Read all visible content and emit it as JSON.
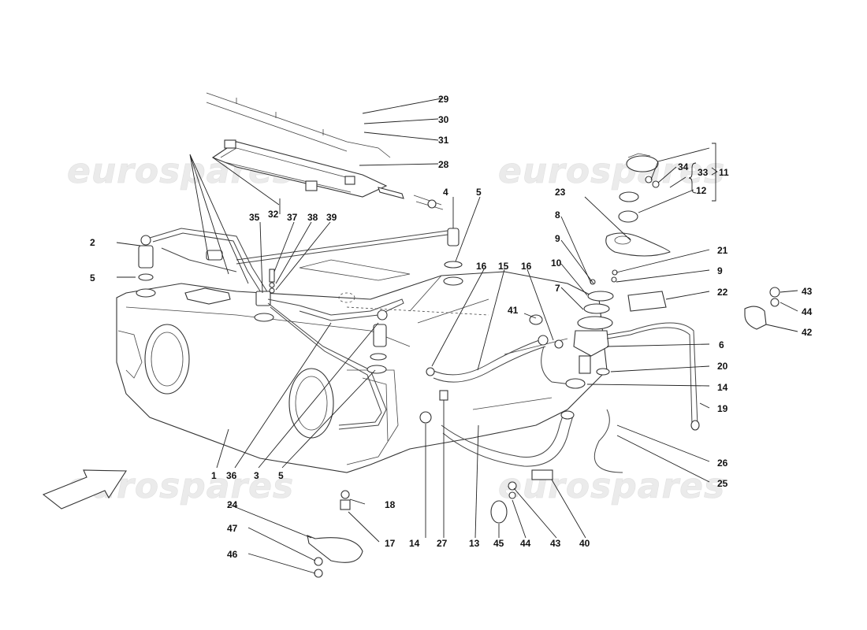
{
  "watermark": {
    "text": "eurospares"
  },
  "labels": {
    "n1": "1",
    "n2": "2",
    "n3": "3",
    "n4": "4",
    "n5a": "5",
    "n5b": "5",
    "n5c": "5",
    "n6": "6",
    "n7": "7",
    "n8": "8",
    "n9a": "9",
    "n9b": "9",
    "n10": "10",
    "n11": "11",
    "n12": "12",
    "n13": "13",
    "n14a": "14",
    "n14b": "14",
    "n15": "15",
    "n16a": "16",
    "n16b": "16",
    "n17": "17",
    "n18": "18",
    "n19": "19",
    "n20": "20",
    "n21": "21",
    "n22": "22",
    "n23": "23",
    "n24": "24",
    "n25": "25",
    "n26": "26",
    "n27": "27",
    "n28": "28",
    "n29": "29",
    "n30": "30",
    "n31": "31",
    "n32": "32",
    "n33": "33",
    "n34": "34",
    "n35": "35",
    "n36": "36",
    "n37": "37",
    "n38": "38",
    "n39": "39",
    "n40": "40",
    "n41": "41",
    "n42": "42",
    "n43a": "43",
    "n43b": "43",
    "n44a": "44",
    "n44b": "44",
    "n45": "45",
    "n46": "46",
    "n47": "47"
  },
  "colors": {
    "line": "#222222",
    "watermark": "#ebebeb"
  }
}
